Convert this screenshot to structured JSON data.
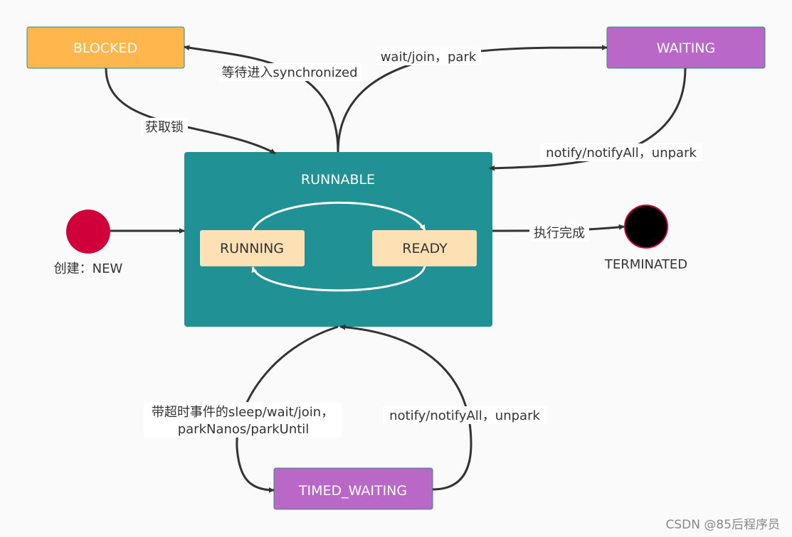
{
  "states": {
    "blocked": "BLOCKED",
    "waiting": "WAITING",
    "runnable": "RUNNABLE",
    "running": "RUNNING",
    "ready": "READY",
    "timed_waiting": "TIMED_WAITING",
    "new_label": "创建：NEW",
    "terminated": "TERMINATED"
  },
  "transitions": {
    "enter_synchronized": "等待进入synchronized",
    "acquire_lock": "获取锁",
    "wait_join_park": "wait/join，park",
    "notify_unpark_waiting": "notify/notifyAll，unpark",
    "execution_complete": "执行完成",
    "timed_line1": "带超时事件的sleep/wait/join，",
    "timed_line2": "parkNanos/parkUntil",
    "notify_unpark_timed": "notify/notifyAll，unpark"
  },
  "watermark": "CSDN @85后程序员",
  "colors": {
    "blocked": "#ffb74d",
    "waiting": "#ba68c8",
    "runnable": "#209194",
    "inner_state": "#fde0b4",
    "new_node": "#d0003a",
    "terminated_node": "#000000",
    "edge": "#333333"
  }
}
